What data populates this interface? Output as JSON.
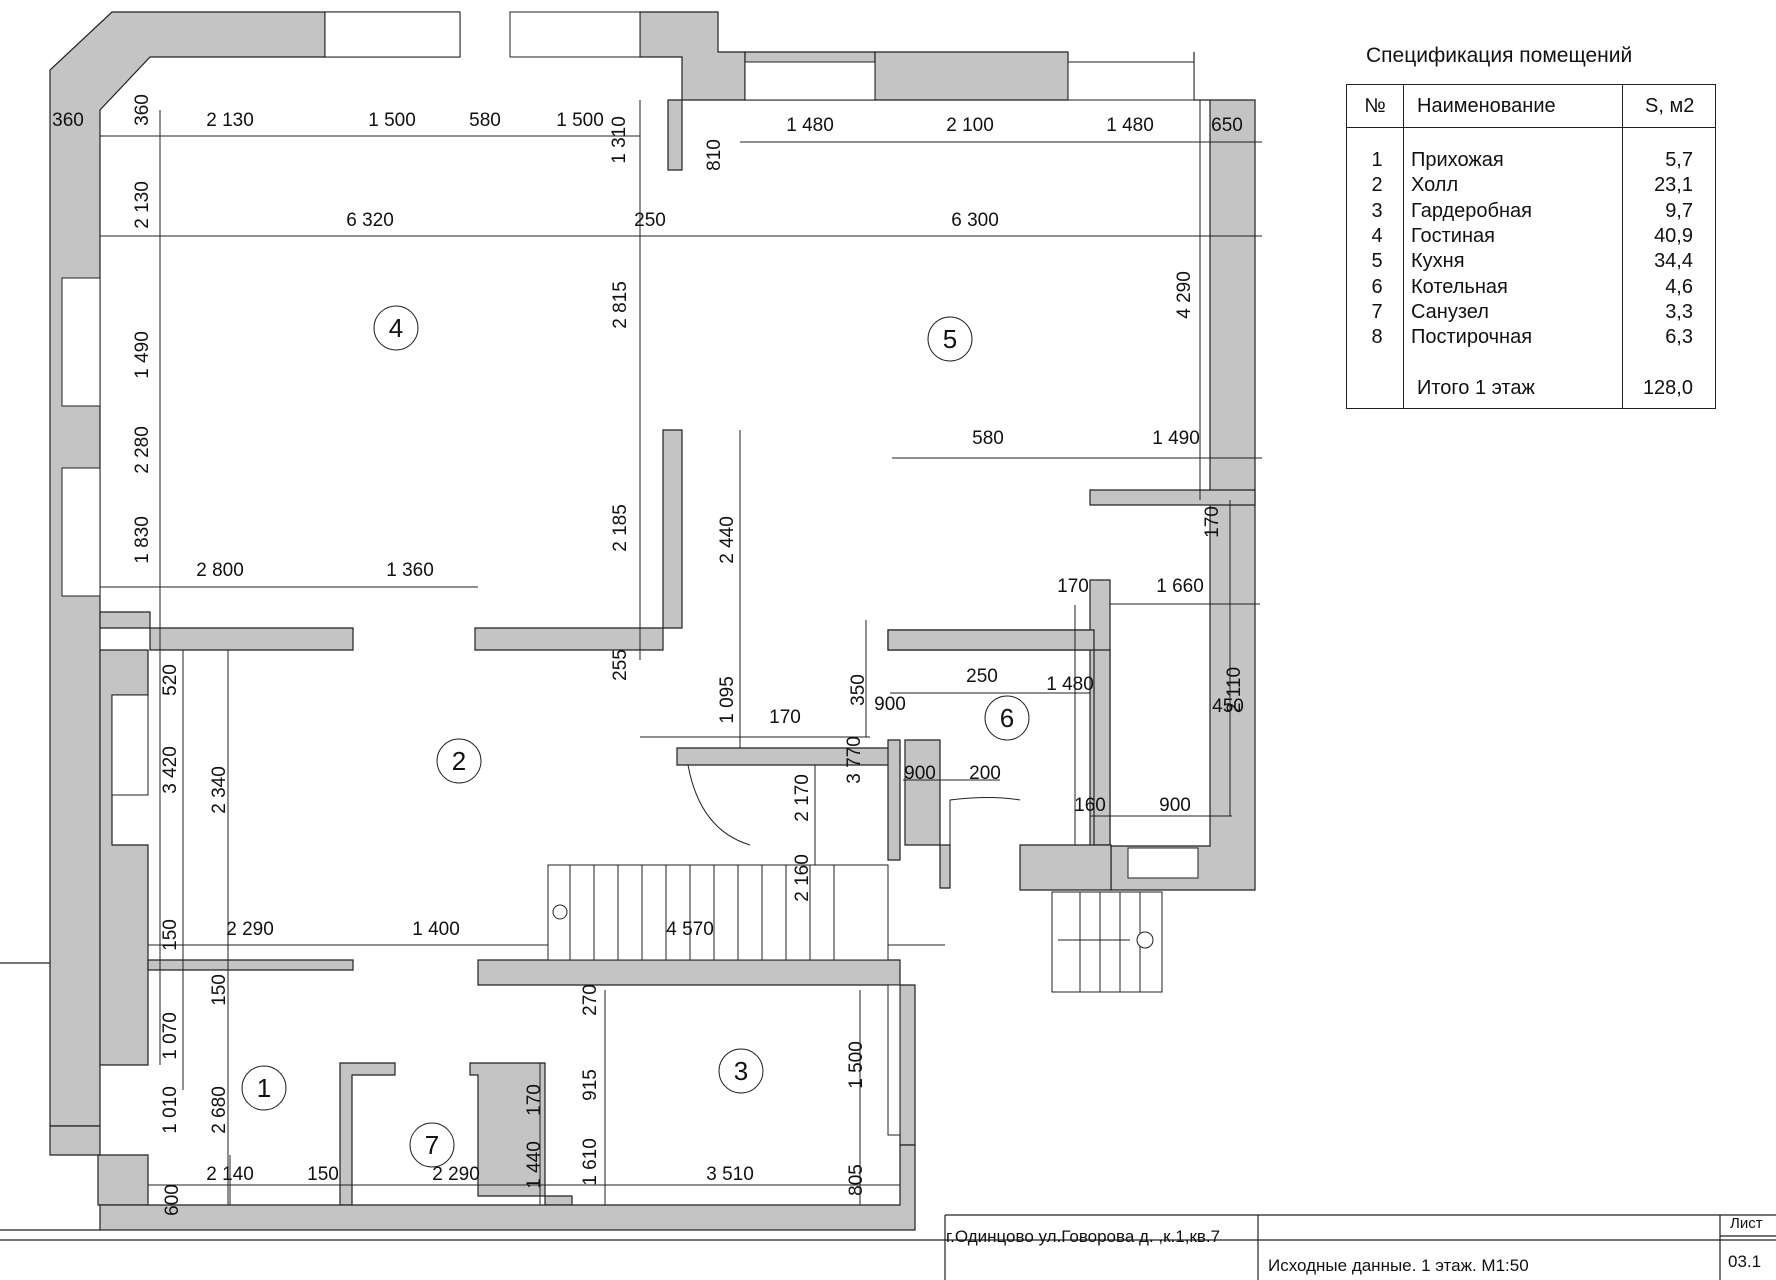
{
  "spec": {
    "title": "Спецификация помещений",
    "headers": {
      "no": "№",
      "name": "Наименование",
      "area": "S, м2"
    },
    "rows": [
      {
        "no": "1",
        "name": "Прихожая",
        "area": "5,7"
      },
      {
        "no": "2",
        "name": "Холл",
        "area": "23,1"
      },
      {
        "no": "3",
        "name": "Гардеробная",
        "area": "9,7"
      },
      {
        "no": "4",
        "name": "Гостиная",
        "area": "40,9"
      },
      {
        "no": "5",
        "name": "Кухня",
        "area": "34,4"
      },
      {
        "no": "6",
        "name": "Котельная",
        "area": "4,6"
      },
      {
        "no": "7",
        "name": "Санузел",
        "area": "3,3"
      },
      {
        "no": "8",
        "name": "Постирочная",
        "area": "6,3"
      }
    ],
    "total": {
      "label": "Итого 1 этаж",
      "value": "128,0"
    }
  },
  "titleblock": {
    "address": "г.Одинцово ул.Говорова д.    ,к.1,кв.7",
    "sheet_title": "Исходные данные. 1 этаж. М1:50",
    "sheet_label": "Лист",
    "sheet_number": "03.1"
  },
  "rooms": [
    "4",
    "5",
    "2",
    "6",
    "1",
    "7",
    "3"
  ],
  "dimensions": [
    "360",
    "360",
    "2 130",
    "1 500",
    "580",
    "1 500",
    "1 310",
    "810",
    "1 480",
    "2 100",
    "1 480",
    "650",
    "2 130",
    "6 320",
    "250",
    "6 300",
    "2 815",
    "4 290",
    "1 490",
    "580",
    "1 490",
    "2 280",
    "1 830",
    "2 185",
    "2 440",
    "170",
    "2 800",
    "1 360",
    "170",
    "1 660",
    "520",
    "255",
    "1 095",
    "350",
    "2 110",
    "250",
    "1 480",
    "3 420",
    "2 340",
    "170",
    "900",
    "3 770",
    "450",
    "900",
    "200",
    "2 170",
    "160",
    "900",
    "2 160",
    "150",
    "2 290",
    "1 400",
    "4 570",
    "150",
    "270",
    "1 070",
    "1 500",
    "1 010",
    "2 680",
    "915",
    "170",
    "1 610",
    "1 440",
    "600",
    "2 140",
    "150",
    "2 290",
    "3 510",
    "805"
  ]
}
